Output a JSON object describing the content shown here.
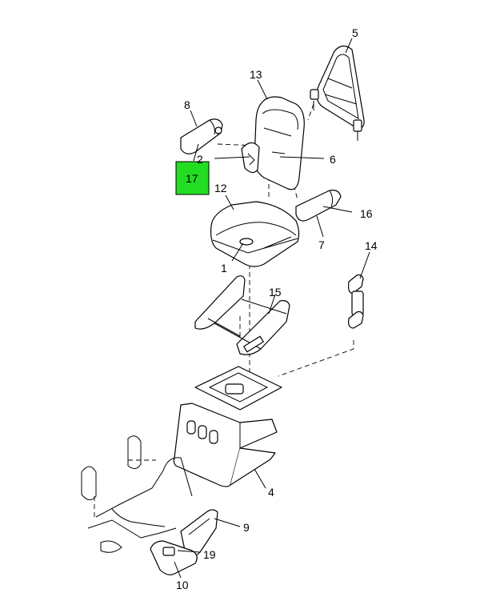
{
  "diagram": {
    "highlight_color": "#22dd22",
    "callouts": {
      "c1": "1",
      "c2": "2",
      "c4": "4",
      "c5": "5",
      "c6": "6",
      "c7": "7",
      "c8": "8",
      "c9": "9",
      "c10": "10",
      "c12": "12",
      "c13": "13",
      "c14": "14",
      "c15": "15",
      "c16": "16",
      "c17": "17",
      "c19": "19"
    }
  }
}
